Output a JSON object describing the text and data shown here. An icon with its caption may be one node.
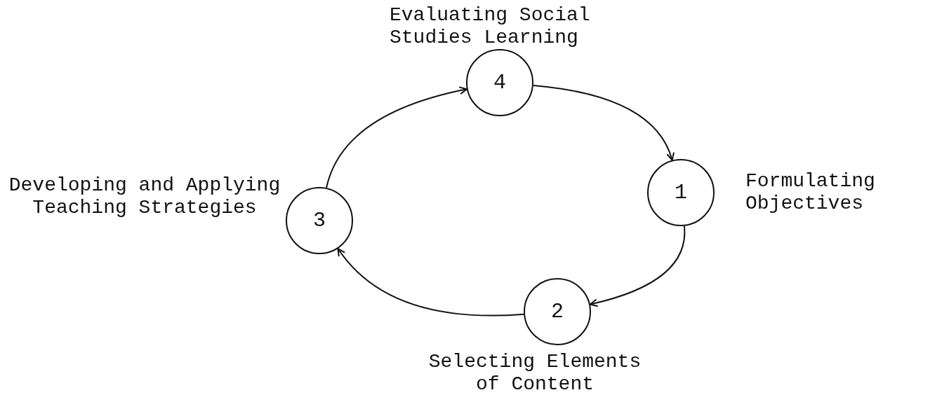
{
  "diagram": {
    "nodes": [
      {
        "text": [
          "1"
        ],
        "beside": [
          "Formulating Objectives"
        ]
      },
      {
        "text": [
          "2"
        ],
        "beside": [
          "Selecting Elements of Content"
        ]
      },
      {
        "text": [
          "3"
        ],
        "beside": [
          "Developing and Applying Teaching Strategies"
        ]
      },
      {
        "text": [
          "4"
        ],
        "beside": [
          "Evaluating Social Studies Learning"
        ]
      }
    ],
    "edges": [
      {
        "from": 0,
        "to": 1,
        "arrow": "to"
      },
      {
        "from": 1,
        "to": 2,
        "arrow": "to"
      },
      {
        "from": 2,
        "to": 3,
        "arrow": "to"
      },
      {
        "from": 3,
        "to": 0,
        "arrow": "to"
      }
    ]
  }
}
